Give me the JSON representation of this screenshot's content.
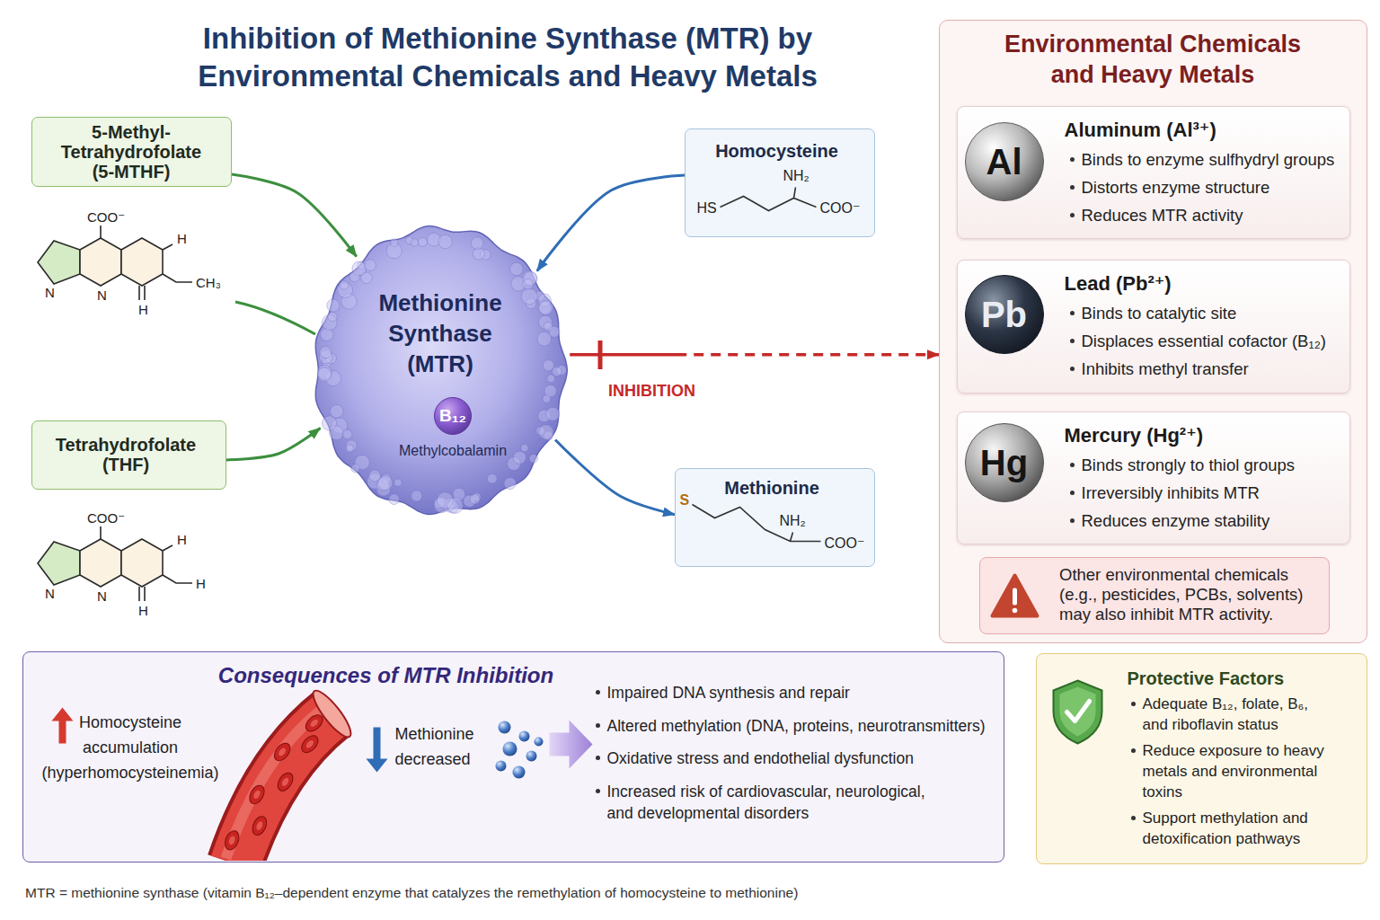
{
  "diagram": {
    "title": "Inhibition of Methionine Synthase (MTR) by Environmental Chemicals and Heavy Metals",
    "caption": "MTR = methionine synthase (vitamin B₁₂–dependent enzyme that catalyzes the remethylation of homocysteine to methionine)",
    "nodes": [
      {
        "text": [
          "5-Methyl- Tetrahydrofolate (5-MTHF)"
        ]
      },
      {
        "text": [
          "Homocysteine",
          "HS",
          "NH₂",
          "COO⁻"
        ]
      },
      {
        "text": [
          "Methionine Synthase (MTR)"
        ]
      },
      {
        "text": [
          "B₁₂",
          "Methylcobalamin"
        ],
        "in": 2
      },
      {
        "text": [
          "Tetrahydrofolate (THF)"
        ]
      },
      {
        "text": [
          "Methionine",
          "S",
          "NH₂",
          "COO⁻"
        ]
      },
      {
        "text": [
          "Environmental Chemicals and Heavy Metals"
        ]
      },
      {
        "text": [
          "Aluminum (Al³⁺)",
          "Binds to enzyme sulfhydryl groups",
          "Distorts enzyme structure",
          "Reduces MTR activity"
        ],
        "in": 6
      },
      {
        "text": [
          "Al"
        ],
        "in": 7
      },
      {
        "text": [
          "Lead (Pb²⁺)",
          "Binds to catalytic site",
          "Displaces essential cofactor (B₁₂)",
          "Inhibits methyl transfer"
        ],
        "in": 6
      },
      {
        "text": [
          "Pb"
        ],
        "in": 9
      },
      {
        "text": [
          "Mercury (Hg²⁺)",
          "Binds strongly to thiol groups",
          "Irreversibly inhibits MTR",
          "Reduces enzyme stability"
        ],
        "in": 6
      },
      {
        "text": [
          "Hg"
        ],
        "in": 11
      },
      {
        "text": [
          "Other environmental chemicals (e.g., pesticides, PCBs, solvents) may also inhibit MTR activity."
        ],
        "in": 6
      },
      {
        "text": [
          "Consequences of MTR Inhibition",
          "Homocysteine accumulation (hyperhomocysteinemia)",
          "Methionine decreased",
          "Impaired DNA synthesis and repair",
          "Altered methylation (DNA, proteins, neurotransmitters)",
          "Oxidative stress and endothelial dysfunction",
          "Increased risk of cardiovascular, neurological, and developmental disorders"
        ]
      },
      {
        "text": [
          "Protective Factors",
          "Adequate B₁₂, folate, B₆, and riboflavin status",
          "Reduce exposure to heavy metals and environmental toxins",
          "Support methylation and detoxification pathways"
        ]
      }
    ],
    "edges": [
      {
        "from": 0,
        "to": 2,
        "arrow": "to"
      },
      {
        "from": 1,
        "to": 2,
        "arrow": "to"
      },
      {
        "from": 4,
        "to": 2,
        "arrow": "to"
      },
      {
        "from": 2,
        "to": 5,
        "arrow": "to"
      },
      {
        "from": 2,
        "to": 6,
        "label": "INHIBITION",
        "arrow": "to"
      }
    ],
    "labels": [
      "COO⁻",
      "H",
      "N",
      "N",
      "CH₃",
      "H",
      "COO⁻",
      "H",
      "N",
      "N",
      "H",
      "H"
    ]
  }
}
